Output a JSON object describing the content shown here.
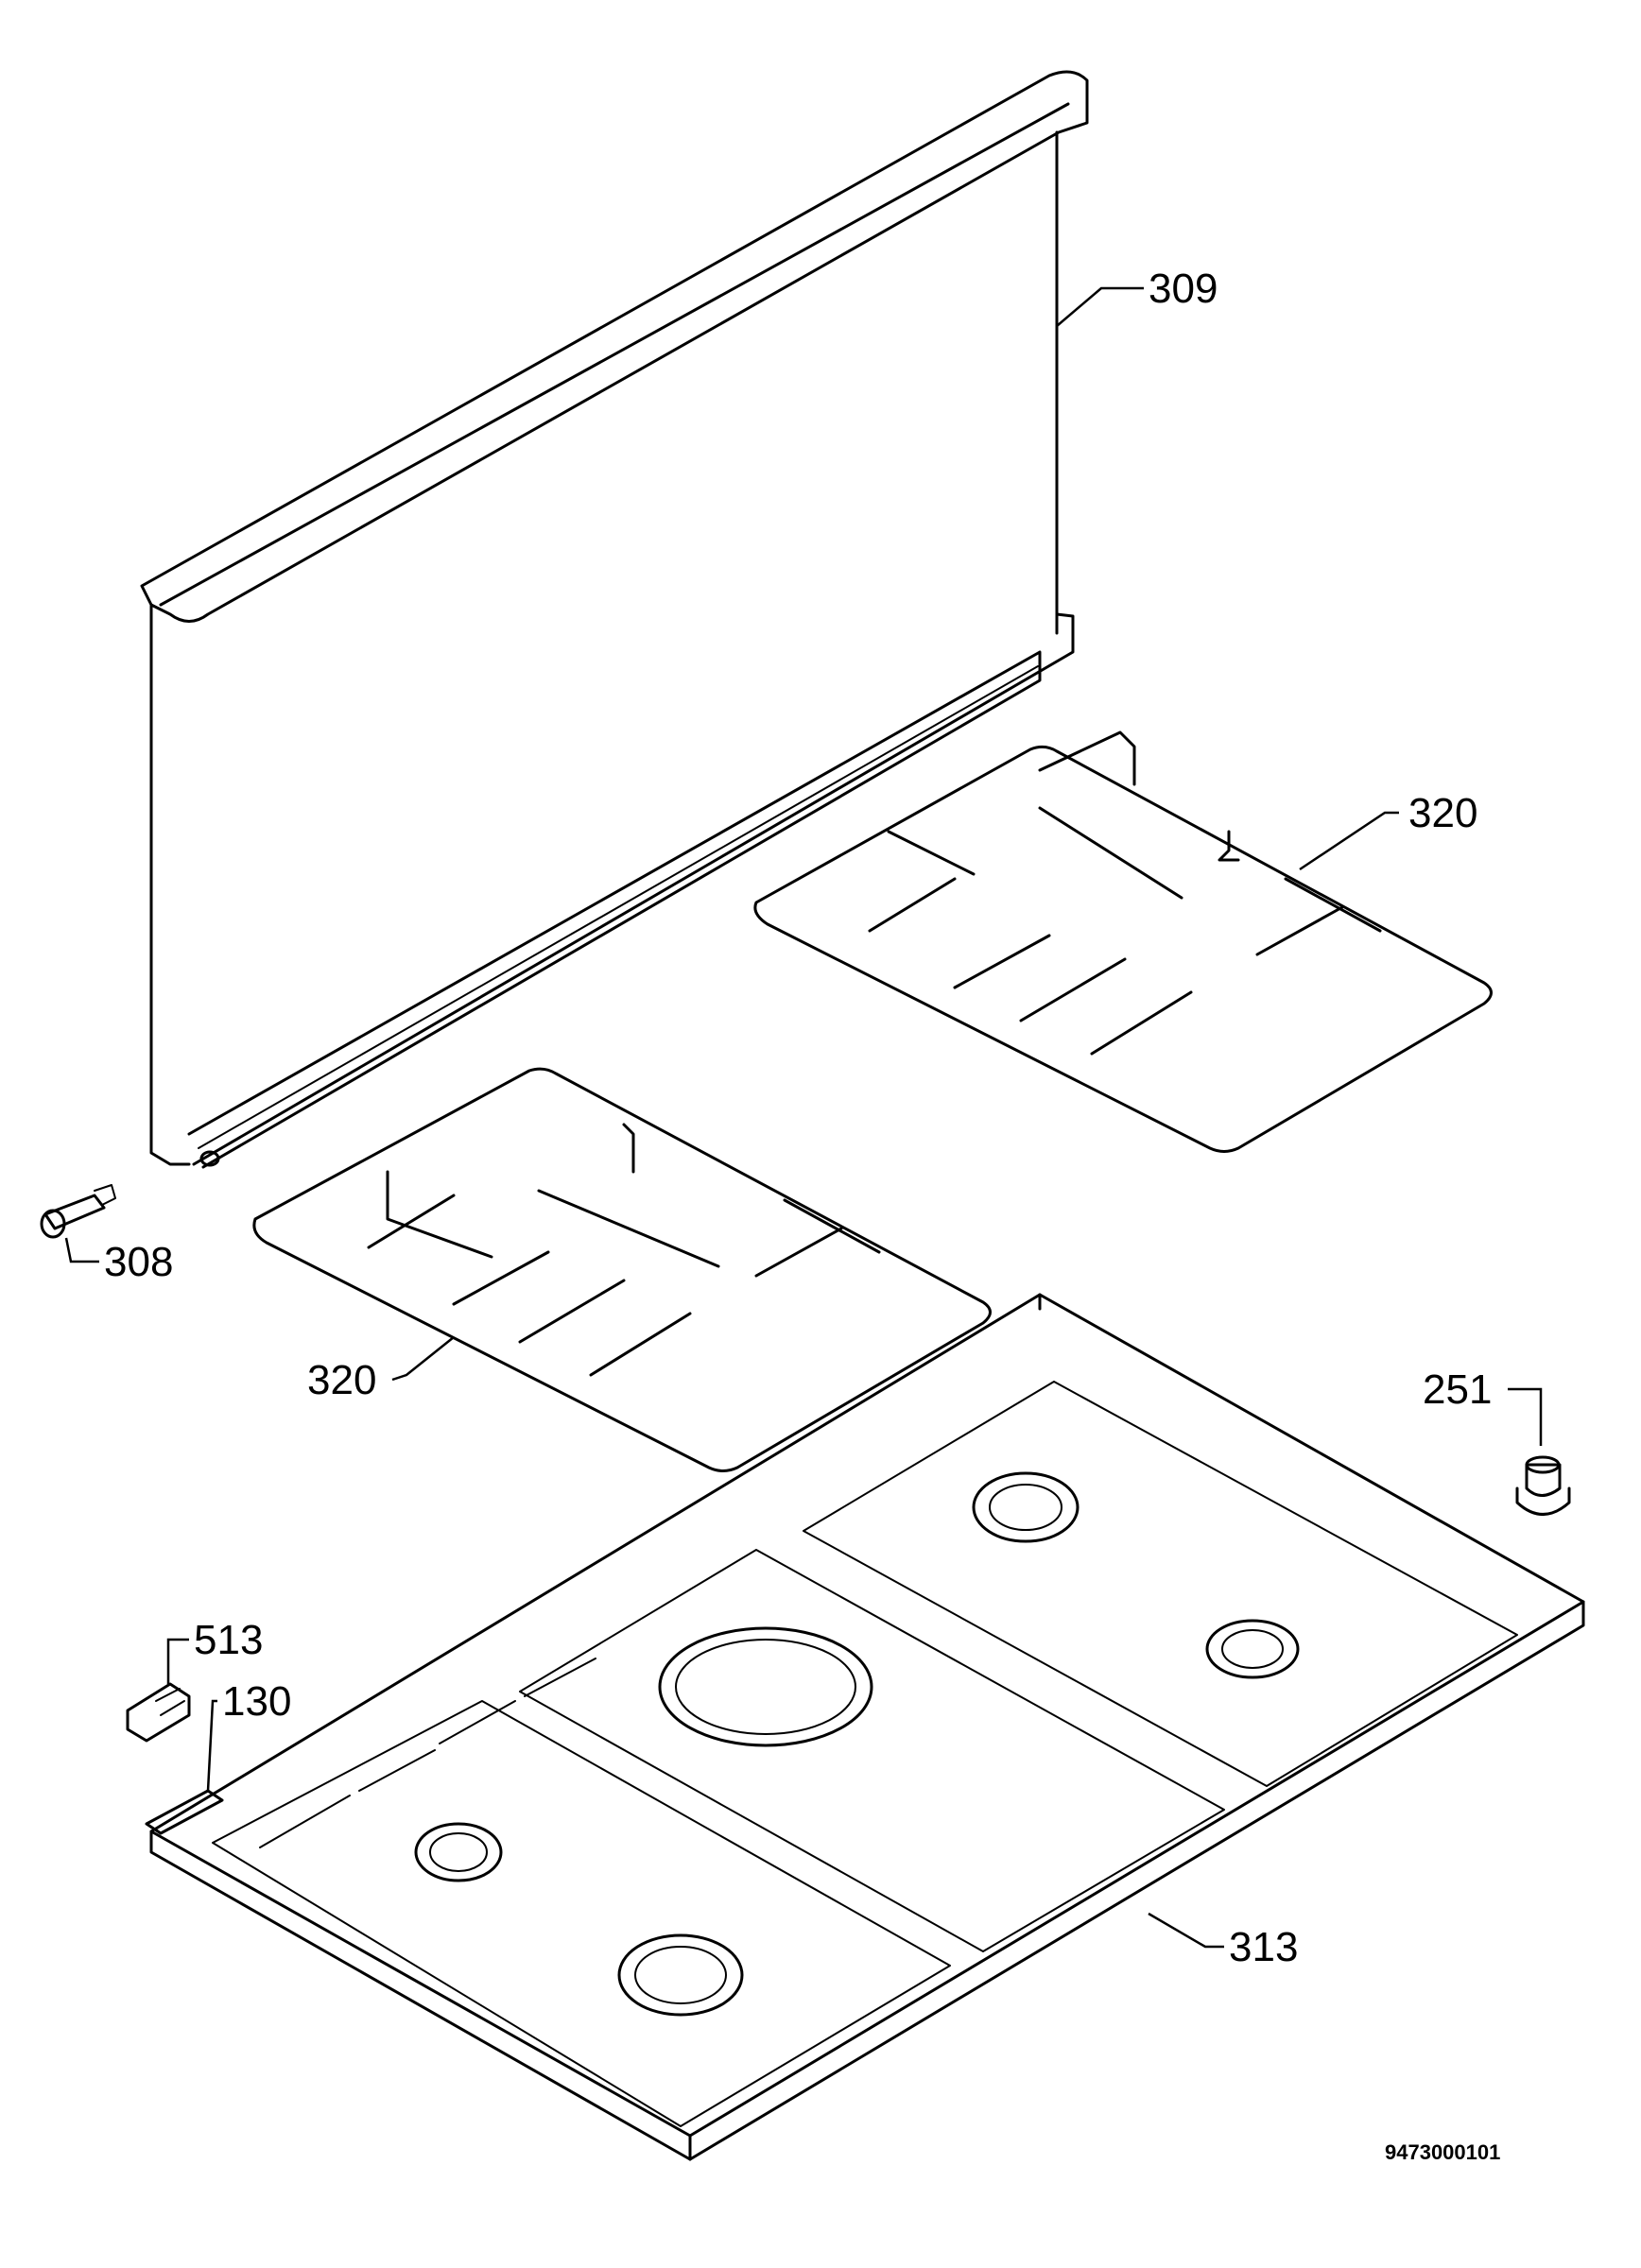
{
  "labels": {
    "splashback": "309",
    "right_pan_support": "320",
    "left_pan_support": "320",
    "hinge_bolt": "308",
    "knob": "251",
    "clip_513": "513",
    "plate_130": "130",
    "hob_top": "313"
  },
  "document_number": "9473000101"
}
